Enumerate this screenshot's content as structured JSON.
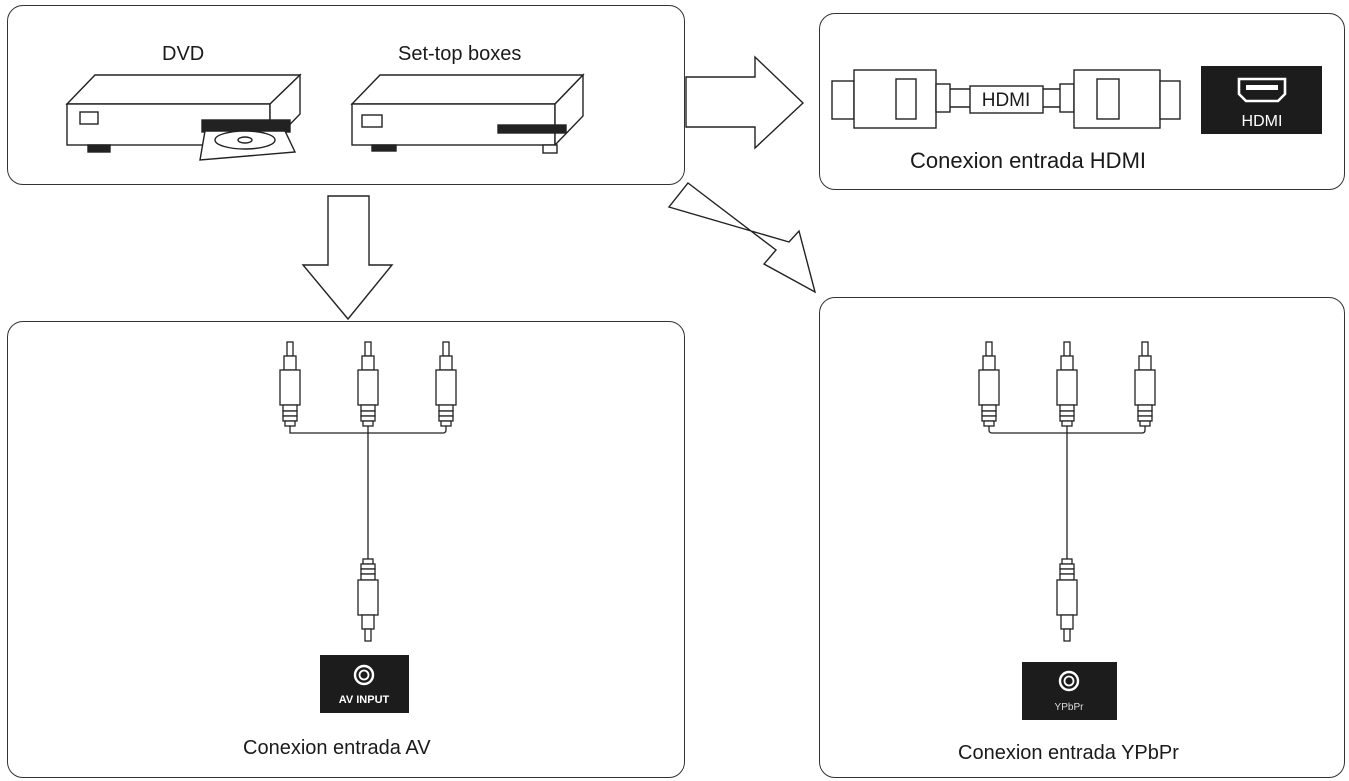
{
  "sources": {
    "dvd_label": "DVD",
    "settop_label": "Set-top boxes"
  },
  "hdmi": {
    "cable_label": "HDMI",
    "port_label": "HDMI",
    "caption": "Conexion entrada HDMI"
  },
  "av": {
    "port_label": "AV INPUT",
    "caption": "Conexion entrada AV"
  },
  "ypbpr": {
    "port_label": "YPbPr",
    "caption": "Conexion entrada YPbPr"
  }
}
